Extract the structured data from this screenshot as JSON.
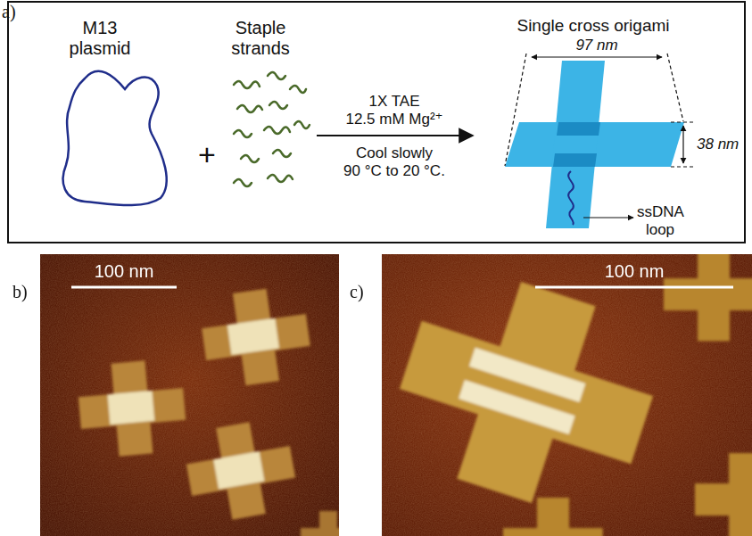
{
  "diagram": {
    "labels": [
      "a)",
      "M13 plasmid",
      "Staple strands",
      "+",
      "1X TAE",
      "12.5 mM Mg²⁺",
      "Cool slowly",
      "90 °C to 20 °C.",
      "Single cross origami",
      "97 nm",
      "38 nm",
      "ssDNA loop",
      "b)",
      "100 nm",
      "c)",
      "100 nm"
    ]
  }
}
